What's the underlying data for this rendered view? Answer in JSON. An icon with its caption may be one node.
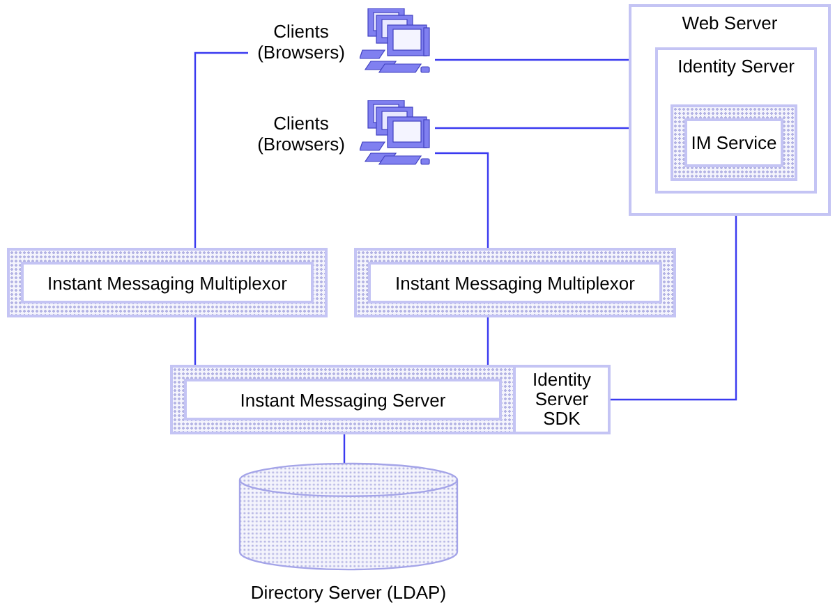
{
  "diagram": {
    "nodes": [
      {
        "text": [
          "Clients (Browsers)"
        ]
      },
      {
        "text": [
          "Clients (Browsers)"
        ]
      },
      {
        "text": [
          "Web Server"
        ]
      },
      {
        "text": [
          "Identity Server"
        ],
        "in": 2
      },
      {
        "text": [
          "IM Service"
        ],
        "in": 3
      },
      {
        "text": [
          "Instant Messaging Multiplexor"
        ]
      },
      {
        "text": [
          "Instant Messaging Multiplexor"
        ]
      },
      {
        "text": [
          "Instant Messaging Server"
        ]
      },
      {
        "text": [
          "Identity Server SDK"
        ]
      },
      {
        "text": [
          "Directory Server (LDAP)"
        ]
      }
    ],
    "edges": [
      {
        "from": 0,
        "to": 2,
        "arrow": "none"
      },
      {
        "from": 0,
        "to": 5,
        "arrow": "none"
      },
      {
        "from": 1,
        "to": 2,
        "arrow": "none"
      },
      {
        "from": 1,
        "to": 6,
        "arrow": "none"
      },
      {
        "from": 4,
        "to": 8,
        "arrow": "none"
      },
      {
        "from": 5,
        "to": 7,
        "arrow": "none"
      },
      {
        "from": 6,
        "to": 7,
        "arrow": "none"
      },
      {
        "from": 7,
        "to": 9,
        "arrow": "none"
      }
    ]
  }
}
